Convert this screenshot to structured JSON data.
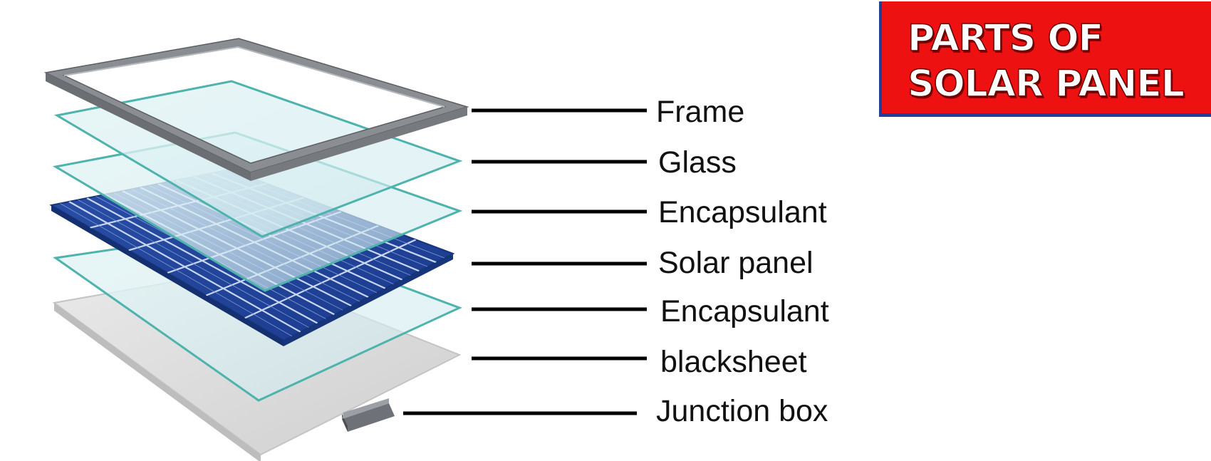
{
  "title": {
    "line1": "PARTS OF",
    "line2": "SOLAR PANEL"
  },
  "layers": [
    {
      "label": "Frame"
    },
    {
      "label": "Glass"
    },
    {
      "label": "Encapsulant"
    },
    {
      "label": "Solar panel"
    },
    {
      "label": "Encapsulant"
    },
    {
      "label": "blacksheet"
    },
    {
      "label": "Junction box"
    }
  ],
  "colors": {
    "title_bg": "#ee1111",
    "title_border": "#1f3f9a",
    "cell_blue": "#1f3f9a",
    "glass_edge": "#4fb3ad",
    "frame": "#8a8d92",
    "leader": "#000000"
  }
}
